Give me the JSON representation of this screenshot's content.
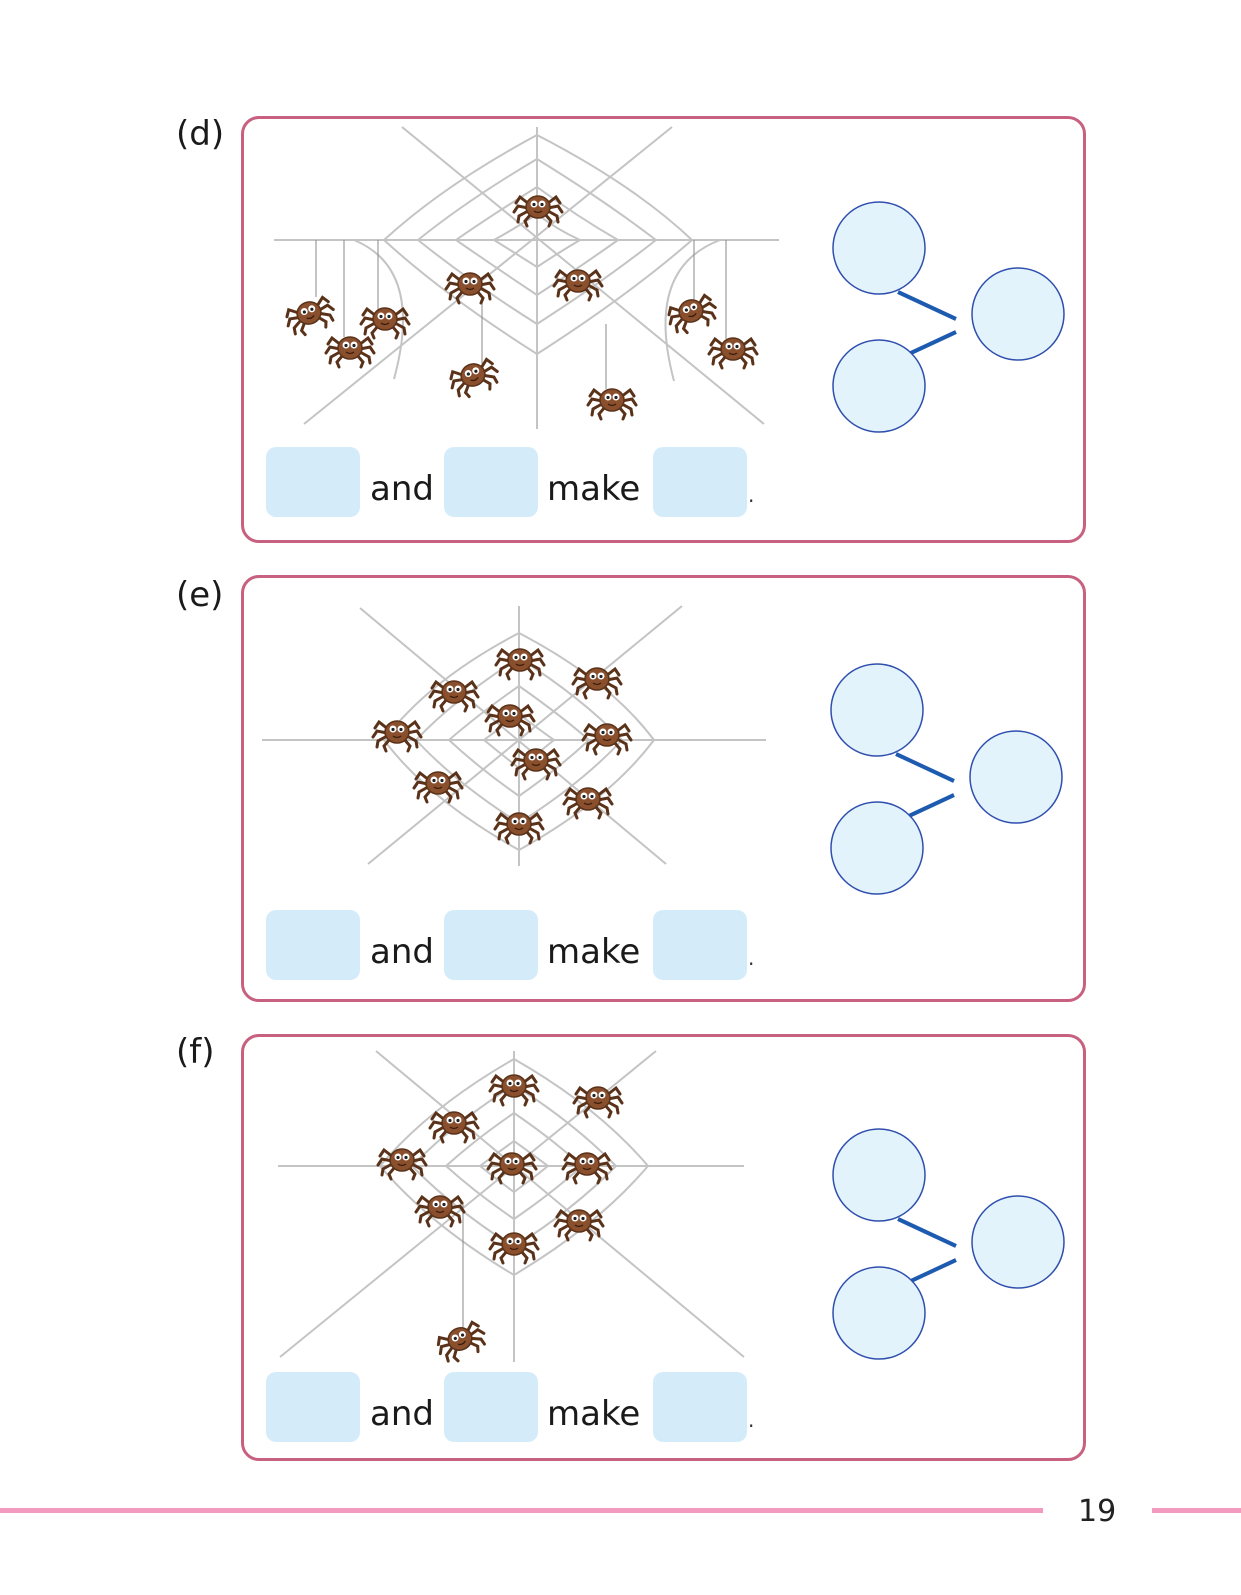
{
  "problems": [
    {
      "label": "(d)",
      "word_and": "and",
      "word_make": "make",
      "period": "."
    },
    {
      "label": "(e)",
      "word_and": "and",
      "word_make": "make",
      "period": "."
    },
    {
      "label": "(f)",
      "word_and": "and",
      "word_make": "make",
      "period": "."
    }
  ],
  "page_number": "19",
  "icons": {
    "spider": "spider-icon",
    "web": "spider-web-illustration",
    "bond": "number-bond-diagram"
  },
  "colors": {
    "card_border": "#c8607f",
    "answer_box": "#d4ecfa",
    "bond_circle_fill": "#e3f3fc",
    "bond_circle_stroke": "#2f4fae",
    "bond_line": "#1d5bb0",
    "footer_line": "#f39ac0",
    "spider_body": "#8a4f2d"
  }
}
